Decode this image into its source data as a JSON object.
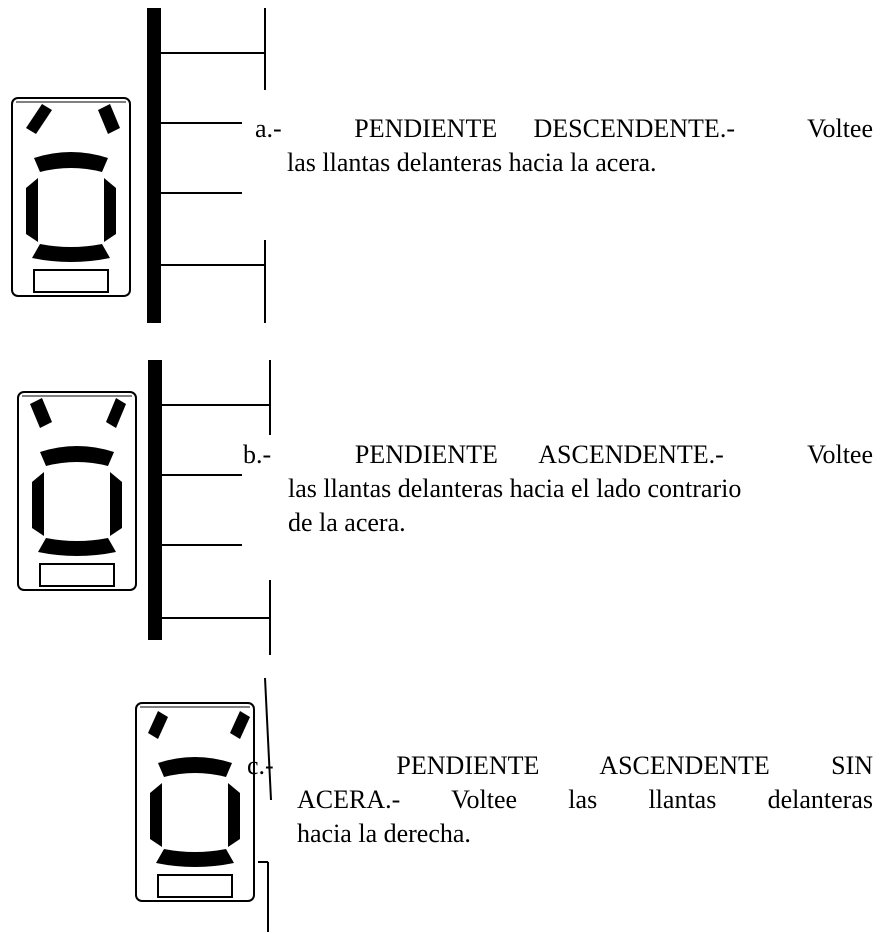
{
  "items": [
    {
      "label": "a.-",
      "heading": "PENDIENTE DESCENDENTE.-",
      "first_word": "Voltee",
      "rest": "las llantas delanteras hacia la acera."
    },
    {
      "label": "b.-",
      "heading": "PENDIENTE ASCENDENTE.-",
      "first_word": "Voltee",
      "rest_line2": "las llantas delanteras hacia el lado contrario",
      "rest_line3": "de la acera."
    },
    {
      "label": "c.-",
      "heading_line1": "PENDIENTE ASCENDENTE SIN",
      "line2": "ACERA.- Voltee las llantas delanteras",
      "line3": "hacia la derecha."
    }
  ],
  "colors": {
    "ink": "#000000",
    "paper": "#ffffff"
  },
  "icons": [
    "car-top-view-icon",
    "curb-icon",
    "street-marker-icon"
  ]
}
